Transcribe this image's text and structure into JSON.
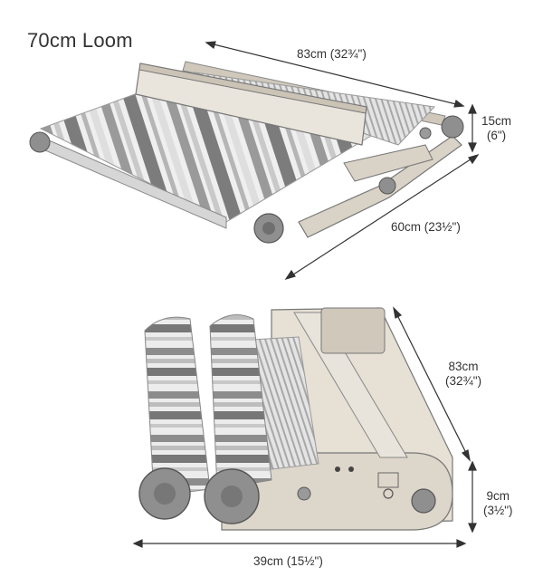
{
  "title": "70cm Loom",
  "dimensions": {
    "top_width": "83cm (32¾\")",
    "top_height_cm": "15cm",
    "top_height_in": "(6\")",
    "top_depth": "60cm (23½\")",
    "bottom_length_cm": "83cm",
    "bottom_length_in": "(32¾\")",
    "bottom_height_cm": "9cm",
    "bottom_height_in": "(3½\")",
    "bottom_width": "39cm (15½\")"
  },
  "colors": {
    "text": "#333333",
    "wood": "#d9d2c6",
    "knob": "#8f8f8f",
    "stripe_dark": "#7c7c7c",
    "stripe_light": "#efefef"
  }
}
